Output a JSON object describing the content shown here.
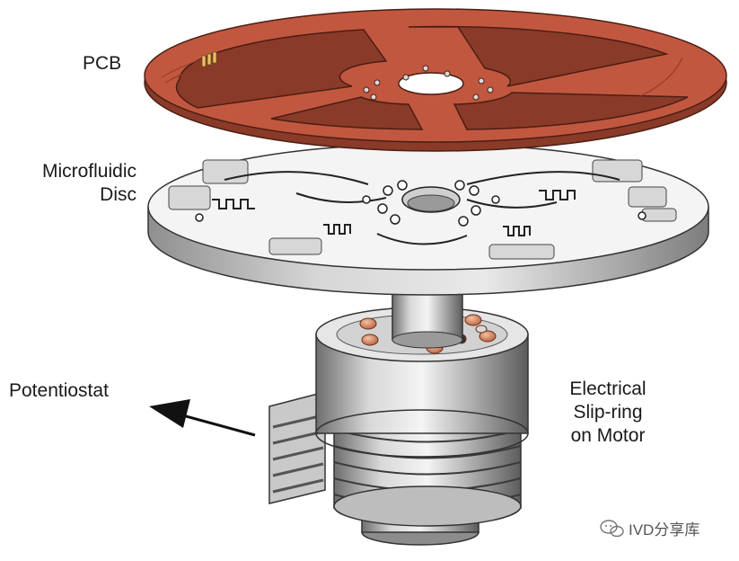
{
  "labels": {
    "pcb": "PCB",
    "disc_line1": "Microfluidic",
    "disc_line2": "Disc",
    "potentiostat": "Potentiostat",
    "slip_line1": "Electrical",
    "slip_line2": "Slip-ring",
    "slip_line3": "on Motor"
  },
  "watermark": {
    "text": "IVD分享库",
    "icon": "wechat-icon"
  },
  "colors": {
    "pcb": "#c2573f",
    "pcb_edge": "#8a3a28",
    "disc_top": "#f2f2f2",
    "disc_edge": "#b9b9b9",
    "metal": "#9a9a9a",
    "contacts": "#d98a66"
  }
}
